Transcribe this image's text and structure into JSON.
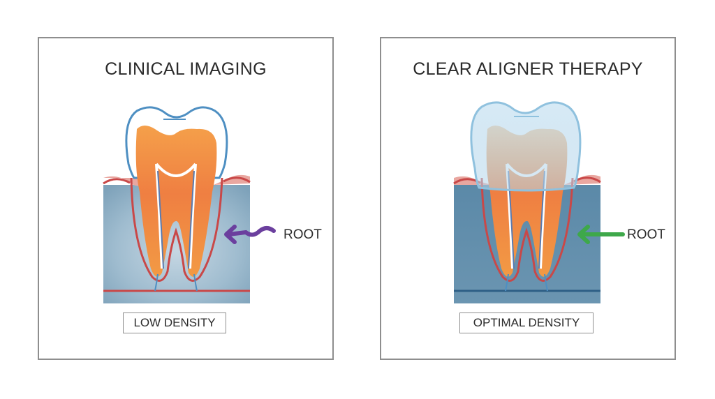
{
  "panels": [
    {
      "title": "CLINICAL IMAGING",
      "pointer_label": "ROOT",
      "density_label": "LOW DENSITY",
      "arrow_color": "#6b3f9e"
    },
    {
      "title": "CLEAR ALIGNER THERAPY",
      "pointer_label": "ROOT",
      "density_label": "OPTIMAL DENSITY",
      "arrow_color": "#3ea84a"
    }
  ]
}
